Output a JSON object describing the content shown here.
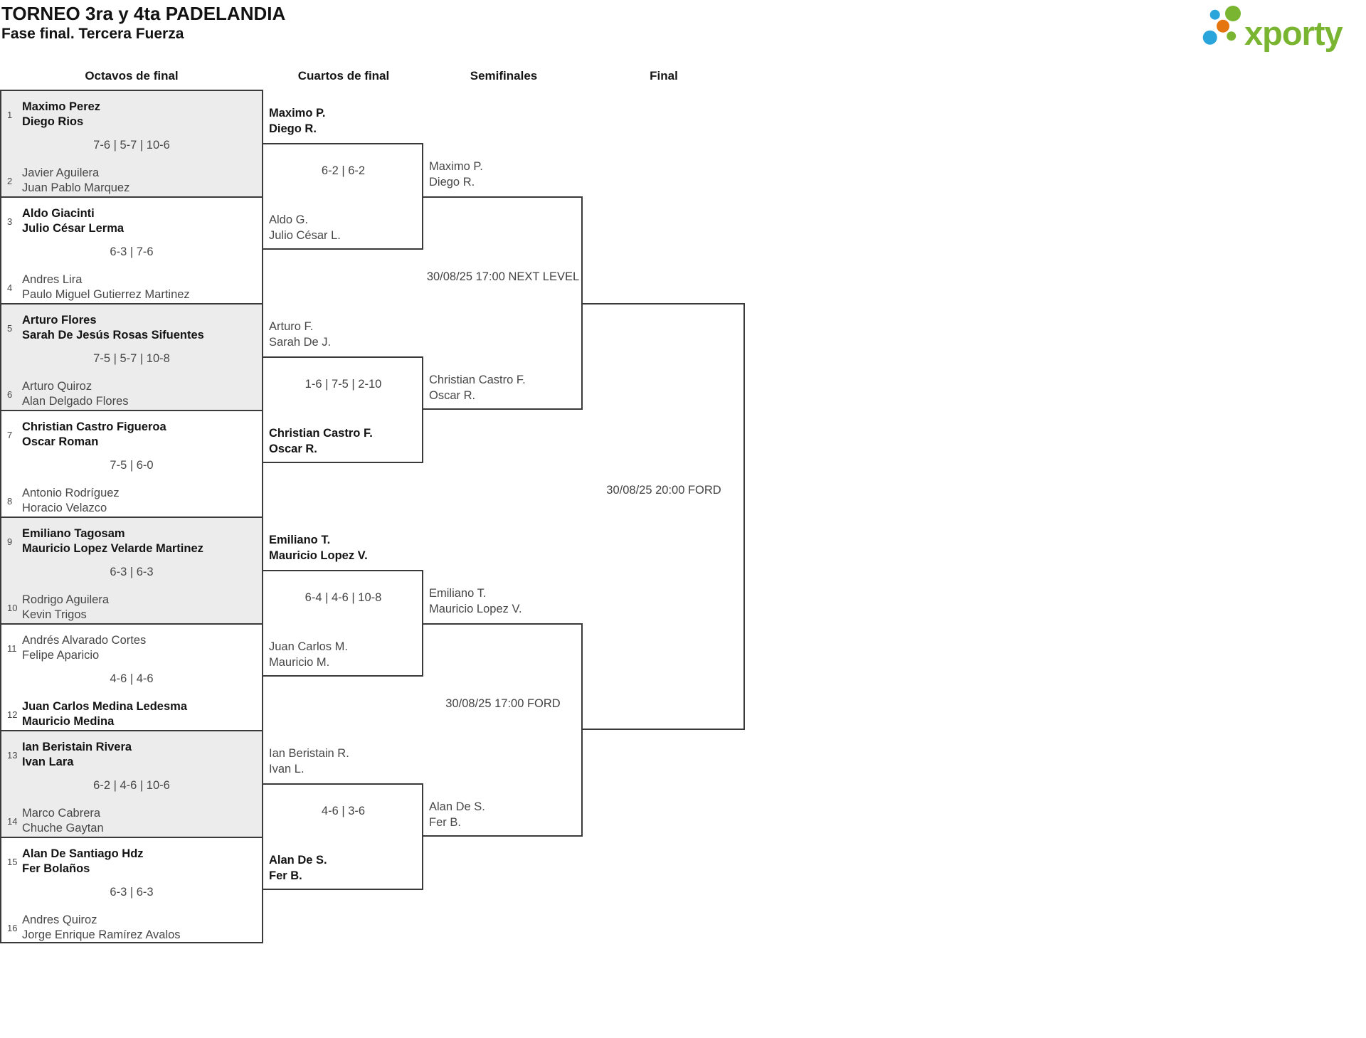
{
  "header": {
    "title": "TORNEO 3ra y 4ta PADELANDIA",
    "subtitle": "Fase final. Tercera Fuerza",
    "logo_text": "xporty"
  },
  "colors": {
    "brand_green": "#79b530",
    "brand_blue": "#29a5dc",
    "brand_orange": "#e5750f",
    "shaded_block": "#ececec",
    "line": "#3a3a3a"
  },
  "rounds": [
    "Octavos de final",
    "Cuartos de final",
    "Semifinales",
    "Final"
  ],
  "octavos": [
    {
      "seed_top": "1",
      "team_top": [
        "Maximo Perez",
        "Diego Rios"
      ],
      "top_winner": true,
      "score": "7-6 | 5-7 | 10-6",
      "seed_bottom": "2",
      "team_bottom": [
        "Javier Aguilera",
        "Juan Pablo Marquez"
      ],
      "bottom_winner": false
    },
    {
      "seed_top": "3",
      "team_top": [
        "Aldo Giacinti",
        "Julio César Lerma"
      ],
      "top_winner": true,
      "score": "6-3 | 7-6",
      "seed_bottom": "4",
      "team_bottom": [
        "Andres Lira",
        "Paulo Miguel Gutierrez Martinez"
      ],
      "bottom_winner": false
    },
    {
      "seed_top": "5",
      "team_top": [
        "Arturo Flores",
        "Sarah De Jesús Rosas Sifuentes"
      ],
      "top_winner": true,
      "score": "7-5 | 5-7 | 10-8",
      "seed_bottom": "6",
      "team_bottom": [
        "Arturo Quiroz",
        "Alan Delgado Flores"
      ],
      "bottom_winner": false
    },
    {
      "seed_top": "7",
      "team_top": [
        "Christian Castro Figueroa",
        "Oscar Roman"
      ],
      "top_winner": true,
      "score": "7-5 | 6-0",
      "seed_bottom": "8",
      "team_bottom": [
        "Antonio Rodríguez",
        "Horacio Velazco"
      ],
      "bottom_winner": false
    },
    {
      "seed_top": "9",
      "team_top": [
        "Emiliano Tagosam",
        "Mauricio Lopez Velarde Martinez"
      ],
      "top_winner": true,
      "score": "6-3 | 6-3",
      "seed_bottom": "10",
      "team_bottom": [
        "Rodrigo Aguilera",
        "Kevin Trigos"
      ],
      "bottom_winner": false
    },
    {
      "seed_top": "11",
      "team_top": [
        "Andrés Alvarado Cortes",
        "Felipe Aparicio"
      ],
      "top_winner": false,
      "score": "4-6 | 4-6",
      "seed_bottom": "12",
      "team_bottom": [
        "Juan Carlos Medina Ledesma",
        "Mauricio Medina"
      ],
      "bottom_winner": true
    },
    {
      "seed_top": "13",
      "team_top": [
        "Ian Beristain Rivera",
        "Ivan Lara"
      ],
      "top_winner": true,
      "score": "6-2 | 4-6 | 10-6",
      "seed_bottom": "14",
      "team_bottom": [
        "Marco Cabrera",
        "Chuche Gaytan"
      ],
      "bottom_winner": false
    },
    {
      "seed_top": "15",
      "team_top": [
        "Alan De Santiago Hdz",
        "Fer Bolaños"
      ],
      "top_winner": true,
      "score": "6-3 | 6-3",
      "seed_bottom": "16",
      "team_bottom": [
        "Andres Quiroz",
        "Jorge Enrique Ramírez Avalos"
      ],
      "bottom_winner": false
    }
  ],
  "cuartos": [
    {
      "team_top": [
        "Maximo P.",
        "Diego R."
      ],
      "top_winner": true,
      "score": "6-2 | 6-2",
      "team_bottom": [
        "Aldo G.",
        "Julio César L."
      ],
      "bottom_winner": false
    },
    {
      "team_top": [
        "Arturo F.",
        "Sarah De J."
      ],
      "top_winner": false,
      "score": "1-6 | 7-5 | 2-10",
      "team_bottom": [
        "Christian Castro F.",
        "Oscar R."
      ],
      "bottom_winner": true
    },
    {
      "team_top": [
        "Emiliano T.",
        "Mauricio Lopez V."
      ],
      "top_winner": true,
      "score": "6-4 | 4-6 | 10-8",
      "team_bottom": [
        "Juan Carlos M.",
        "Mauricio M."
      ],
      "bottom_winner": false
    },
    {
      "team_top": [
        "Ian Beristain R.",
        "Ivan L."
      ],
      "top_winner": false,
      "score": "4-6 | 3-6",
      "team_bottom": [
        "Alan De S.",
        "Fer B."
      ],
      "bottom_winner": true
    }
  ],
  "semifinales": [
    {
      "team_top": [
        "Maximo P.",
        "Diego R."
      ],
      "schedule": "30/08/25 17:00 NEXT LEVEL",
      "team_bottom": [
        "Christian Castro F.",
        "Oscar R."
      ]
    },
    {
      "team_top": [
        "Emiliano T.",
        "Mauricio Lopez V."
      ],
      "schedule": "30/08/25 17:00 FORD",
      "team_bottom": [
        "Alan De S.",
        "Fer B."
      ]
    }
  ],
  "final": {
    "schedule": "30/08/25 20:00 FORD"
  }
}
